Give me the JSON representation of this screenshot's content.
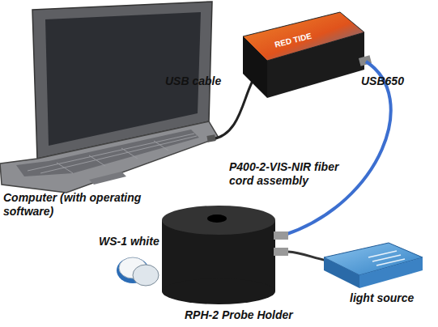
{
  "diagram": {
    "labels": [
      "USB cable",
      "USB650",
      "RED TIDE",
      "P400-2-VIS-NIR fiber cord assembly",
      "Computer (with operating software)",
      "WS-1 white",
      "light source",
      "RPH-2 Probe Holder"
    ]
  }
}
